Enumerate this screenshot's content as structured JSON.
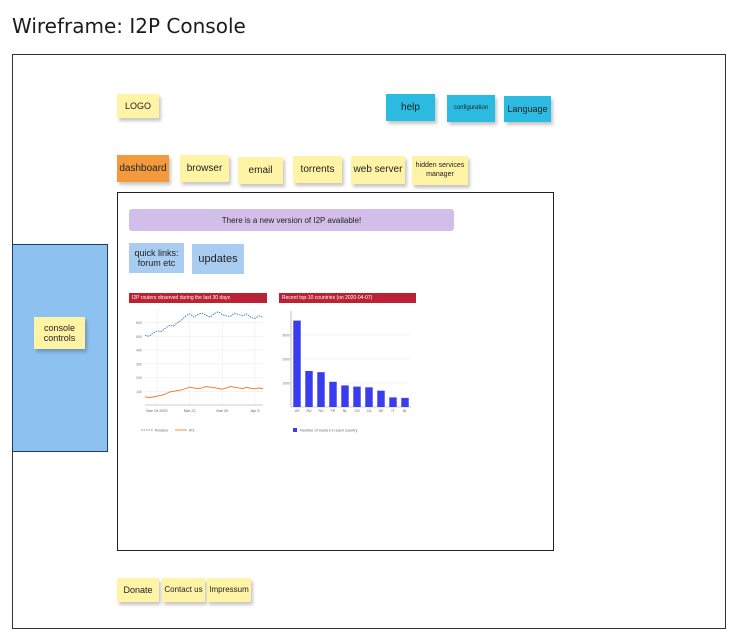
{
  "page": {
    "title": "Wireframe: I2P Console"
  },
  "header": {
    "logo": "LOGO",
    "help": "help",
    "configuration": "configuration",
    "language": "Language"
  },
  "nav": {
    "dashboard": "dashboard",
    "browser": "browser",
    "email": "email",
    "torrents": "torrents",
    "web_server": "web server",
    "hidden_services": "hidden services manager"
  },
  "sidebar": {
    "label": "console controls"
  },
  "main": {
    "banner": "There is a new version of I2P available!",
    "quick_links": "quick links: forum etc",
    "updates": "updates"
  },
  "footer": {
    "donate": "Donate",
    "contact": "Contact us",
    "impressum": "Impressum"
  },
  "colors": {
    "accent_orange": "#f39a3c",
    "note_yellow": "#fff3a6",
    "cyan": "#2bbbe0",
    "chart_red": "#bb2233",
    "bar_blue": "#3b3bf0"
  },
  "chart_data": [
    {
      "type": "line",
      "title": "I2P routers observed during the last 30 days",
      "x_ticks": [
        "Mar 15 2020",
        "Mar 22",
        "Mar 29",
        "Apr 5"
      ],
      "y_ticks": [
        "100",
        "200",
        "300",
        "400",
        "500",
        "600"
      ],
      "series": [
        {
          "name": "Routers",
          "values": [
            510,
            500,
            525,
            540,
            535,
            560,
            580,
            575,
            600,
            620,
            650,
            665,
            640,
            660,
            670,
            655,
            640,
            665,
            680,
            660,
            650,
            645,
            670,
            660,
            650,
            665,
            640,
            630,
            650,
            640
          ]
        },
        {
          "name": "IPs",
          "values": [
            60,
            55,
            58,
            65,
            70,
            80,
            95,
            100,
            105,
            110,
            120,
            130,
            125,
            120,
            125,
            135,
            130,
            128,
            120,
            115,
            125,
            135,
            130,
            125,
            120,
            128,
            122,
            118,
            124,
            120
          ]
        }
      ],
      "ylim": [
        0,
        700
      ]
    },
    {
      "type": "bar",
      "title": "Recent top-10 countries (on 2020-04-07)",
      "categories": [
        "US",
        "RU",
        "RU",
        "FR",
        "NL",
        "CN",
        "CA",
        "DE",
        "IT",
        "NL"
      ],
      "series": [
        {
          "name": "Number of routers in each country",
          "values": [
            3600,
            1500,
            1450,
            1050,
            900,
            850,
            820,
            680,
            400,
            380
          ]
        }
      ],
      "y_ticks": [
        "1000",
        "2000",
        "3000"
      ],
      "ylim": [
        0,
        4000
      ]
    }
  ]
}
